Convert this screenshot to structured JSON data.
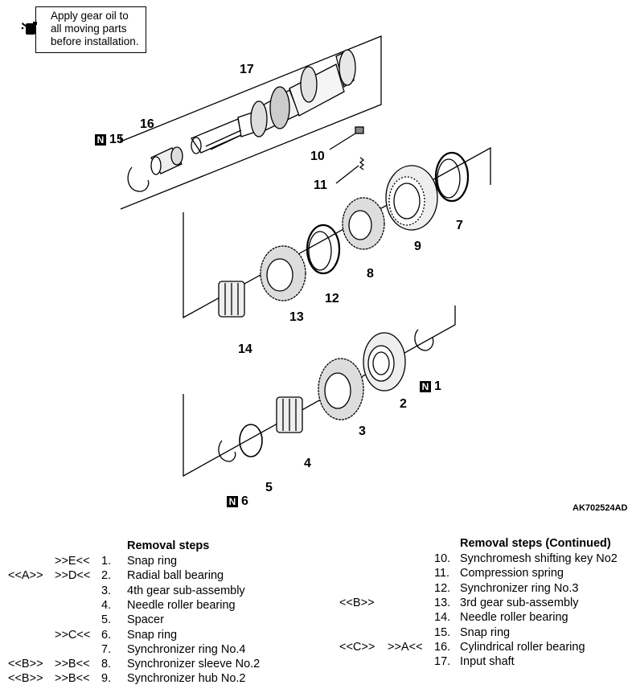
{
  "note": {
    "lines": [
      "Apply gear oil to",
      "all moving parts",
      "before installation."
    ],
    "icon": "oil-can-icon"
  },
  "figure_id": "AK702524AD",
  "callouts": [
    {
      "id": "17",
      "label": "17",
      "n_badge": false
    },
    {
      "id": "16",
      "label": "16",
      "n_badge": false
    },
    {
      "id": "15",
      "label": "15",
      "n_badge": true
    },
    {
      "id": "10",
      "label": "10",
      "n_badge": false
    },
    {
      "id": "11",
      "label": "11",
      "n_badge": false
    },
    {
      "id": "7",
      "label": "7",
      "n_badge": false
    },
    {
      "id": "9",
      "label": "9",
      "n_badge": false
    },
    {
      "id": "8",
      "label": "8",
      "n_badge": false
    },
    {
      "id": "12",
      "label": "12",
      "n_badge": false
    },
    {
      "id": "13",
      "label": "13",
      "n_badge": false
    },
    {
      "id": "14",
      "label": "14",
      "n_badge": false
    },
    {
      "id": "1",
      "label": "1",
      "n_badge": true
    },
    {
      "id": "2",
      "label": "2",
      "n_badge": false
    },
    {
      "id": "3",
      "label": "3",
      "n_badge": false
    },
    {
      "id": "4",
      "label": "4",
      "n_badge": false
    },
    {
      "id": "5",
      "label": "5",
      "n_badge": false
    },
    {
      "id": "6",
      "label": "6",
      "n_badge": true
    }
  ],
  "n_badge_label": "N",
  "removal_steps": {
    "title": "Removal steps",
    "items": [
      {
        "install": "",
        "remove": ">>E<<",
        "num": "1.",
        "name": "Snap ring"
      },
      {
        "install": "<<A>>",
        "remove": ">>D<<",
        "num": "2.",
        "name": "Radial ball bearing"
      },
      {
        "install": "",
        "remove": "",
        "num": "3.",
        "name": "4th gear sub-assembly"
      },
      {
        "install": "",
        "remove": "",
        "num": "4.",
        "name": "Needle roller bearing"
      },
      {
        "install": "",
        "remove": "",
        "num": "5.",
        "name": "Spacer"
      },
      {
        "install": "",
        "remove": ">>C<<",
        "num": "6.",
        "name": "Snap ring"
      },
      {
        "install": "",
        "remove": "",
        "num": "7.",
        "name": "Synchronizer ring No.4"
      },
      {
        "install": "<<B>>",
        "remove": ">>B<<",
        "num": "8.",
        "name": "Synchronizer sleeve No.2"
      },
      {
        "install": "<<B>>",
        "remove": ">>B<<",
        "num": "9.",
        "name": "Synchronizer hub No.2"
      }
    ]
  },
  "removal_steps_continued": {
    "title": "Removal steps (Continued)",
    "items": [
      {
        "install": "",
        "remove": "",
        "num": "10.",
        "name": "Synchromesh shifting key No2"
      },
      {
        "install": "",
        "remove": "",
        "num": "11.",
        "name": "Compression spring"
      },
      {
        "install": "",
        "remove": "",
        "num": "12.",
        "name": "Synchronizer ring No.3"
      },
      {
        "install": "<<B>>",
        "remove": "",
        "num": "13.",
        "name": "3rd gear sub-assembly"
      },
      {
        "install": "",
        "remove": "",
        "num": "14.",
        "name": "Needle roller bearing"
      },
      {
        "install": "",
        "remove": "",
        "num": "15.",
        "name": "Snap ring"
      },
      {
        "install": "<<C>>",
        "remove": ">>A<<",
        "num": "16.",
        "name": "Cylindrical roller bearing"
      },
      {
        "install": "",
        "remove": "",
        "num": "17.",
        "name": "Input shaft"
      }
    ]
  }
}
